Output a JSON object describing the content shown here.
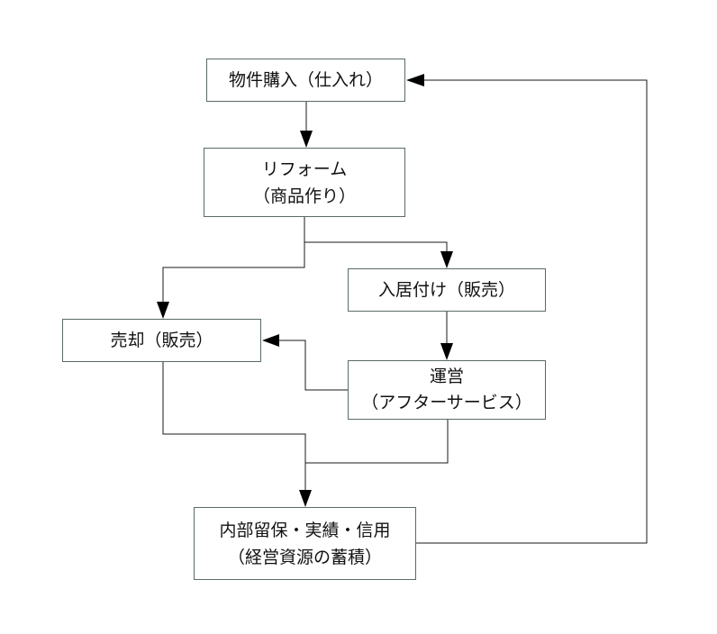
{
  "nodes": {
    "purchase": {
      "lines": [
        "物件購入（仕入れ）"
      ]
    },
    "reform": {
      "lines": [
        "リフォーム",
        "（商品作り）"
      ]
    },
    "occupancy": {
      "lines": [
        "入居付け（販売）"
      ]
    },
    "sale": {
      "lines": [
        "売却（販売）"
      ]
    },
    "operation": {
      "lines": [
        "運営",
        "（アフターサービス）"
      ]
    },
    "retained": {
      "lines": [
        "内部留保・実績・信用",
        "（経営資源の蓄積）"
      ]
    }
  },
  "colors": {
    "line": "#1a1a1a",
    "border": "#5a6a6a",
    "text": "#111111"
  }
}
